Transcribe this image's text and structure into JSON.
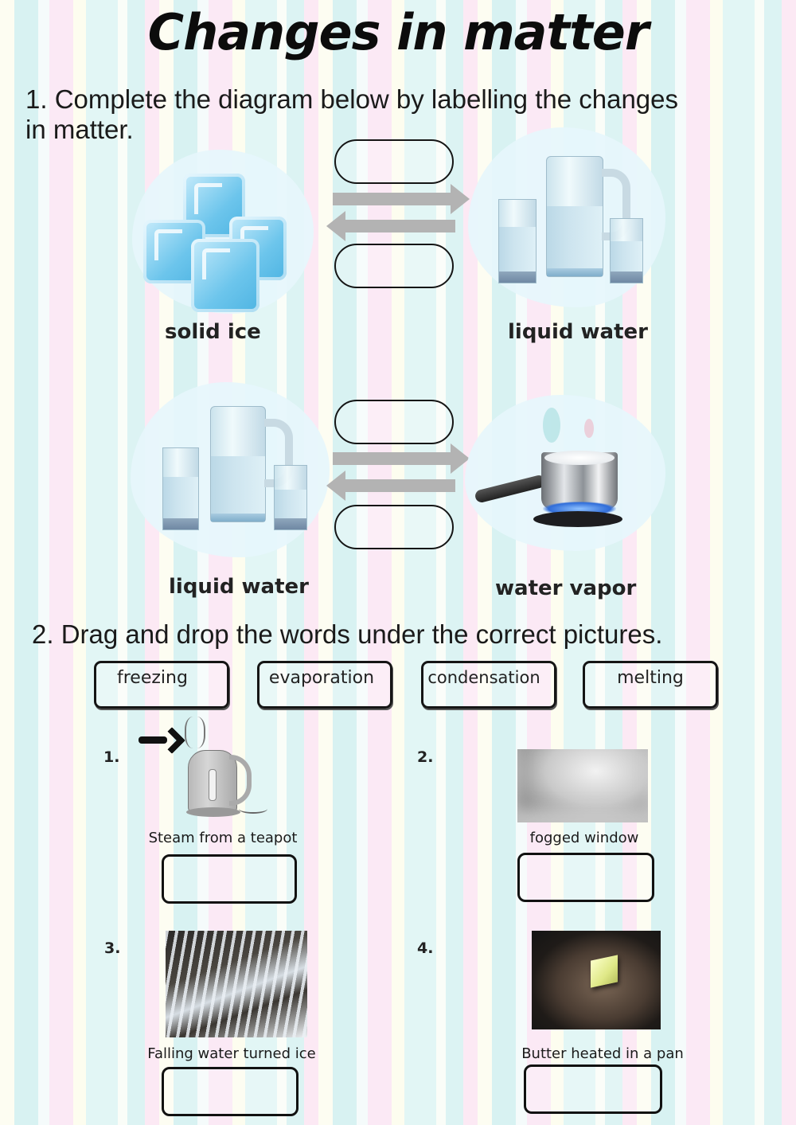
{
  "page": {
    "title": "Changes in matter",
    "background_colors": [
      "#fdfdf2",
      "#d8f2f2",
      "#fbe9f5",
      "#e2f6f5"
    ]
  },
  "section1": {
    "instruction": "1. Complete the diagram below by labelling the changes in matter.",
    "instruction_line1": "1. Complete the diagram below by labelling the changes",
    "instruction_line2": "in matter.",
    "diagrams": [
      {
        "left_label": "solid ice",
        "left_image": "ice-cubes",
        "right_label": "liquid water",
        "right_image": "water-pitcher-and-glasses",
        "top_answer_box": "",
        "bottom_answer_box": "",
        "arrows": [
          "right-arrow",
          "left-arrow"
        ]
      },
      {
        "left_label": "liquid water",
        "left_image": "water-pitcher-and-glasses",
        "right_label": "water vapor",
        "right_image": "boiling-pot-on-stove",
        "top_answer_box": "",
        "bottom_answer_box": "",
        "arrows": [
          "right-arrow",
          "left-arrow"
        ]
      }
    ]
  },
  "section2": {
    "instruction": "2. Drag and drop the words under the correct pictures.",
    "word_bank": [
      "freezing",
      "evaporation",
      "condensation",
      "melting"
    ],
    "items": [
      {
        "number": "1.",
        "image": "kettle-with-steam",
        "caption": "Steam from a teapot",
        "answer": ""
      },
      {
        "number": "2.",
        "image": "fogged-window-photo",
        "caption": "fogged window",
        "answer": ""
      },
      {
        "number": "3.",
        "image": "frozen-waterfall-photo",
        "caption": "Falling water turned ice",
        "answer": ""
      },
      {
        "number": "4.",
        "image": "butter-in-pan-photo",
        "caption": "Butter heated in a pan",
        "answer": ""
      }
    ]
  }
}
